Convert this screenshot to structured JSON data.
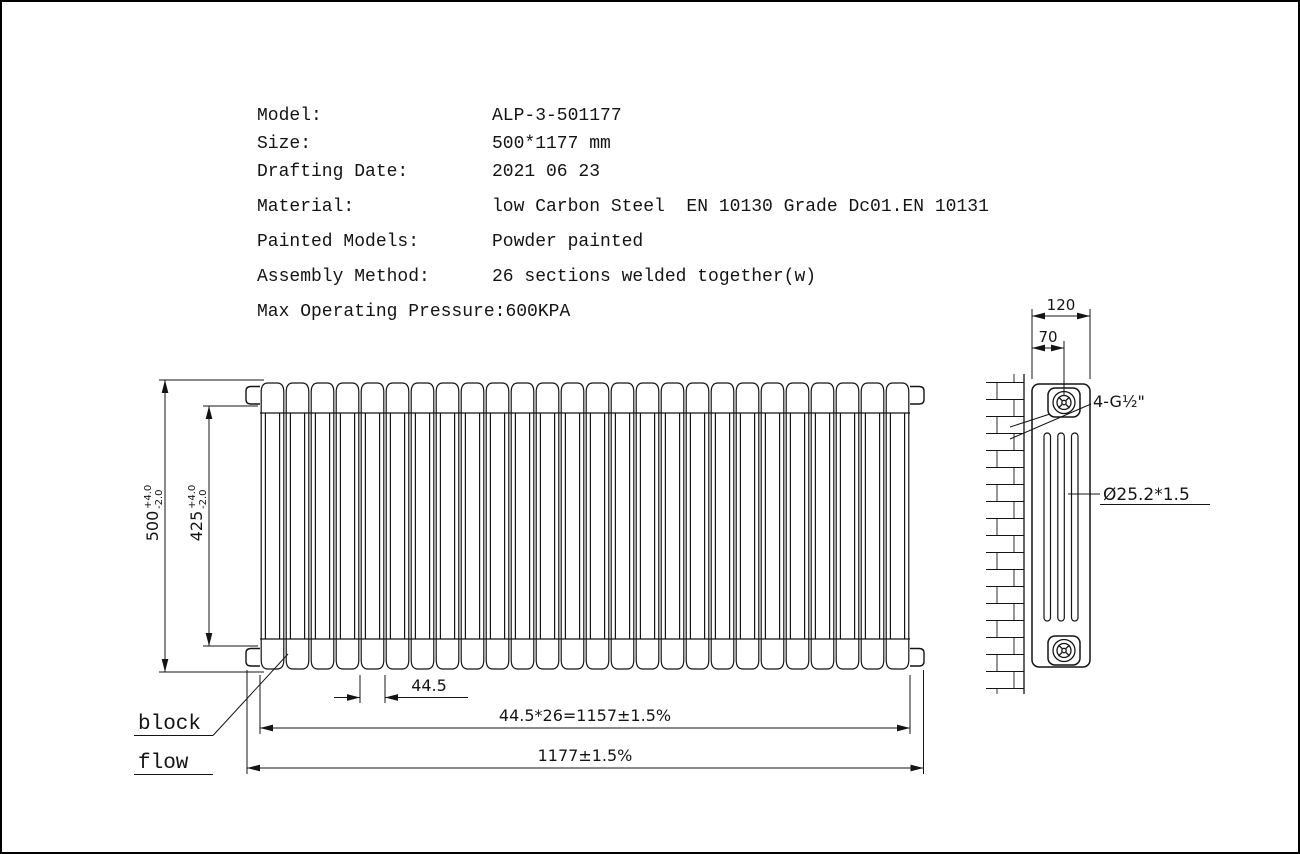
{
  "page": {
    "bg": "#ffffff",
    "line_color": "#141414"
  },
  "specs": {
    "rows": [
      {
        "label": "Model:",
        "value": "ALP-3-501177"
      },
      {
        "label": "Size:",
        "value": "500*1177 mm"
      },
      {
        "label": "Drafting Date:",
        "value": "2021 06 23"
      },
      {
        "label": "Material:",
        "value": "low Carbon Steel  EN 10130 Grade Dc01.EN 10131"
      },
      {
        "label": "Painted Models:",
        "value": "Powder painted"
      },
      {
        "label": "Assembly Method:",
        "value": "26 sections welded together(w)"
      },
      {
        "label": "Max Operating Pressure:",
        "value": "600KPA"
      }
    ]
  },
  "front_view": {
    "section_count": 26,
    "dim_height_total": {
      "value": "500",
      "tol_plus": "+4.0",
      "tol_minus": "-2.0"
    },
    "dim_height_inner": {
      "value": "425",
      "tol_plus": "+4.0",
      "tol_minus": "-2.0"
    },
    "dim_section_width": "44.5",
    "dim_sections_total": "44.5*26=1157±1.5%",
    "dim_overall_width": "1177±1.5%",
    "annotation_line1": "block",
    "annotation_line2": "flow"
  },
  "side_view": {
    "dim_depth": "120",
    "dim_pipe_offset": "70",
    "label_thread": "4-G½\"",
    "label_tube": "Ø25.2*1.5"
  }
}
